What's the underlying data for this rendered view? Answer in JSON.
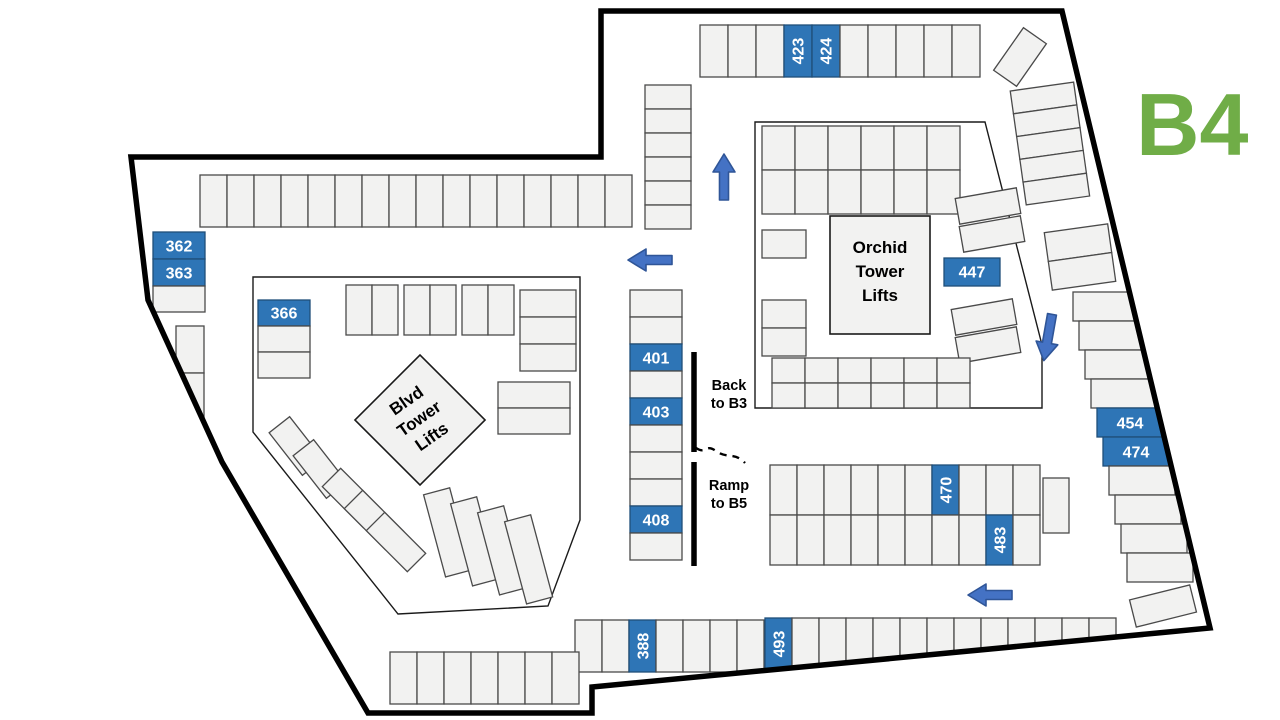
{
  "level_title": "B4",
  "stalls": {
    "362": "362",
    "363": "363",
    "366": "366",
    "388": "388",
    "401": "401",
    "403": "403",
    "408": "408",
    "423": "423",
    "424": "424",
    "447": "447",
    "454": "454",
    "470": "470",
    "474": "474",
    "483": "483",
    "493": "493"
  },
  "towers": {
    "orchid": {
      "line1": "Orchid",
      "line2": "Tower",
      "line3": "Lifts"
    },
    "blvd": {
      "line1": "Blvd",
      "line2": "Tower",
      "line3": "Lifts"
    }
  },
  "ramp": {
    "back_line1": "Back",
    "back_line2": "to B3",
    "ramp_line1": "Ramp",
    "ramp_line2": "to B5"
  },
  "arrows": {
    "directions": [
      "up",
      "left",
      "down",
      "left"
    ]
  },
  "colors": {
    "highlight_blue": "#2e75b6",
    "arrow_blue": "#4472c4",
    "level_green": "#70ad47",
    "stall_fill": "#f2f2f1",
    "wall": "#000000"
  }
}
